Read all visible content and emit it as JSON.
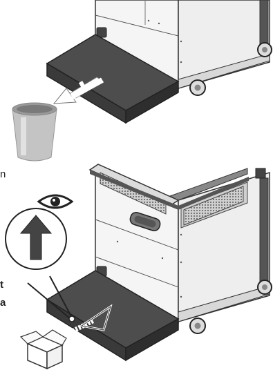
{
  "fragments": {
    "left_edge_1": "n",
    "left_edge_2": "t",
    "left_edge_3": "a"
  },
  "icons": [
    "trash-bin-icon",
    "eye-icon",
    "up-arrow-icon",
    "cardboard-box-icon",
    "insert-arrow-icon",
    "remove-arrow-icon"
  ],
  "colors": {
    "tray": "#4d4d4d",
    "tray_side": "#3a3a3a",
    "cabinet": "#f4f4f4",
    "outline": "#333333",
    "bin": "#bdbdbd"
  }
}
